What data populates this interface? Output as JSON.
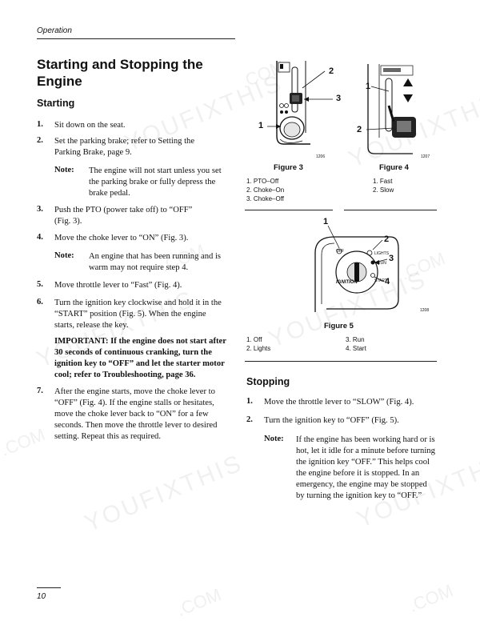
{
  "header": {
    "section": "Operation"
  },
  "title": "Starting and Stopping the Engine",
  "starting": {
    "heading": "Starting",
    "steps": [
      {
        "num": "1.",
        "text": "Sit down on the seat."
      },
      {
        "num": "2.",
        "text": "Set the parking brake; refer to Setting the Parking Brake, page 9."
      },
      {
        "num": "3.",
        "text": "Push the PTO (power take off) to “OFF” (Fig. 3)."
      },
      {
        "num": "4.",
        "text": "Move the choke lever to “ON” (Fig. 3)."
      },
      {
        "num": "5.",
        "text": "Move throttle lever to “Fast” (Fig. 4)."
      },
      {
        "num": "6.",
        "text": "Turn the ignition key clockwise and hold it in the “START” position (Fig. 5). When the engine starts, release the key."
      },
      {
        "num": "7.",
        "text": "After the engine starts, move the choke lever to “OFF” (Fig. 4). If the engine stalls or hesitates, move the choke lever back to “ON” for a few seconds. Then move the throttle lever to desired setting. Repeat this as required."
      }
    ],
    "note1_label": "Note:",
    "note1_text": "The engine will not start unless you set the parking brake or fully depress the brake pedal.",
    "note2_label": "Note:",
    "note2_text": "An engine that has been running and is warm may not require step 4.",
    "important": "IMPORTANT: If the engine does not start after 30 seconds of continuous cranking, turn the ignition key to “OFF” and let the starter motor cool; refer to Troubleshooting, page 36."
  },
  "figure3": {
    "title": "Figure 3",
    "number": "1206",
    "callouts": [
      "1",
      "2",
      "3"
    ],
    "legend": [
      "1.  PTO–Off",
      "2.  Choke–On",
      "3.  Choke–Off"
    ]
  },
  "figure4": {
    "title": "Figure 4",
    "number": "1207",
    "callouts": [
      "1",
      "2"
    ],
    "legend": [
      "1.  Fast",
      "2.  Slow"
    ]
  },
  "figure5": {
    "title": "Figure 5",
    "number": "1208",
    "callouts": [
      "1",
      "2",
      "3",
      "4"
    ],
    "legend": [
      "1.  Off",
      "2.  Lights",
      "3.  Run",
      "4.  Start"
    ],
    "panel_labels": {
      "off": "OFF",
      "lights": "LIGHTS",
      "run": "RUN",
      "start": "START",
      "ignition": "IGNITION"
    }
  },
  "stopping": {
    "heading": "Stopping",
    "steps": [
      {
        "num": "1.",
        "text": "Move the throttle lever to “SLOW” (Fig. 4)."
      },
      {
        "num": "2.",
        "text": "Turn the ignition key to “OFF” (Fig. 5)."
      }
    ],
    "note_label": "Note:",
    "note_text": "If the engine has been working hard or is hot, let it idle for a minute before turning the ignition key “OFF.” This helps cool the engine before it is stopped. In an emergency, the engine may be stopped by turning the ignition key to “OFF.”"
  },
  "footer": {
    "page": "10"
  },
  "watermark": {
    "text": "YOUFIXTHIS",
    "com": ".COM"
  }
}
